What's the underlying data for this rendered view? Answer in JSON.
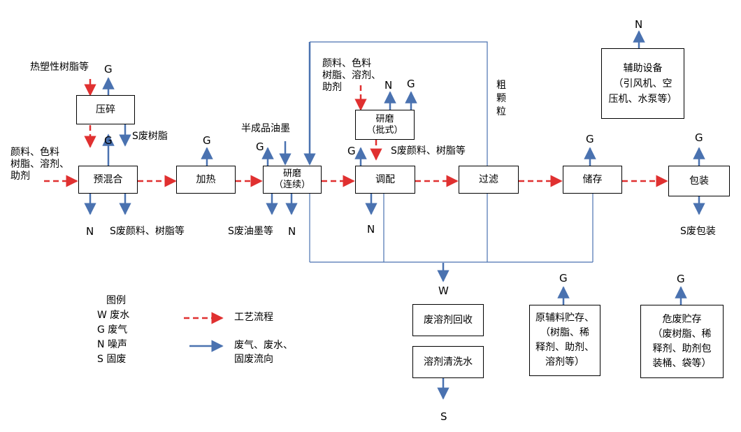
{
  "colors": {
    "process_arrow": "#e03030",
    "flow_arrow": "#4a72b0",
    "line": "#4a72b0"
  },
  "boxes": {
    "crush": "压碎",
    "premix": "预混合",
    "heat": "加热",
    "grind_cont": "研磨\n（连续）",
    "grind_batch": "研磨\n（批式）",
    "blend": "调配",
    "filter": "过滤",
    "store": "储存",
    "pack": "包装",
    "aux": "辅助设备\n（引风机、空\n压机、水泵等）",
    "solvent_recover": "废溶剂回收",
    "solvent_wash": "溶剂清洗水",
    "raw_storage": "原辅料贮存、\n（树脂、稀\n释剂、助剂、\n溶剂等）",
    "haz_storage": "危废贮存\n（废树脂、稀\n释剂、助剂包\n装桶、袋等）"
  },
  "labels": {
    "thermo_resin": "热塑性树脂等",
    "pigment_in_1": "颜料、色料\n树脂、溶剂、\n助剂",
    "pigment_in_2": "颜料、色料\n树脂、溶剂、\n助剂",
    "semi_ink": "半成品油墨",
    "coarse": "粗\n颗\n粒",
    "s_waste_resin": "S废树脂",
    "s_waste_pigment_1": "S废颜料、树脂等",
    "s_waste_ink": "S废油墨等",
    "s_waste_pigment_2": "S废颜料、树脂等",
    "s_waste_pack": "S废包装",
    "g": "G",
    "n": "N",
    "w": "W",
    "s": "S"
  },
  "legend": {
    "title": "图例",
    "items": [
      "W 废水",
      "G  废气",
      "N  噪声",
      "S   固废"
    ],
    "process": "工艺流程",
    "waste_flow": "废气、废水、\n固废流向"
  }
}
